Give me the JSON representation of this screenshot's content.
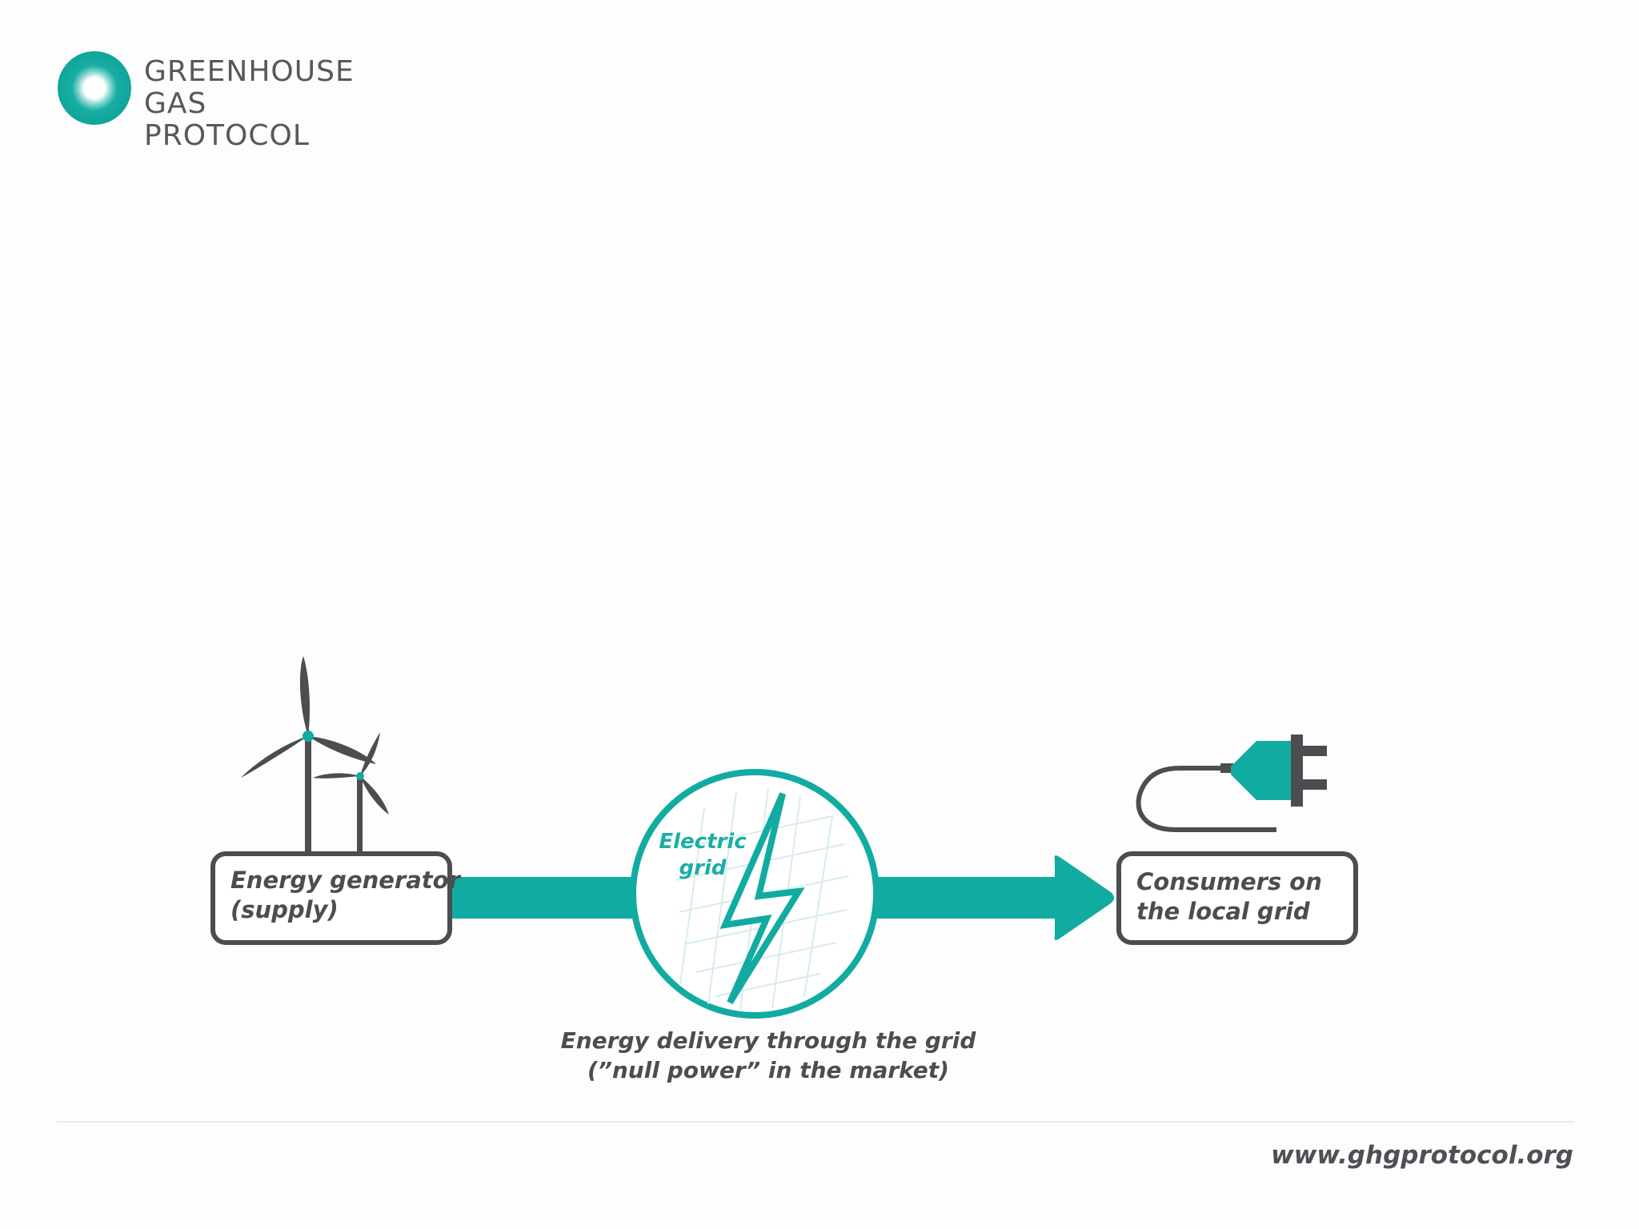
{
  "header": {
    "logo_line1": "GREENHOUSE",
    "logo_line2": "GAS PROTOCOL",
    "logo_icon": "ghg-protocol-ring-logo"
  },
  "diagram": {
    "generator": {
      "label_line1": "Energy generator",
      "label_line2": "(supply)",
      "icon": "wind-turbines-icon"
    },
    "grid": {
      "label_line1": "Electric",
      "label_line2": "grid",
      "icon": "lightning-bolt-icon"
    },
    "consumers": {
      "label_line1": "Consumers on",
      "label_line2": "the local grid",
      "icon": "electric-plug-icon"
    },
    "caption_line1": "Energy delivery through the grid",
    "caption_line2": "(”null power” in the market)"
  },
  "footer": {
    "url": "www.ghgprotocol.org"
  },
  "colors": {
    "teal": "#12aba1",
    "dark_gray": "#4b4d50",
    "background": "#fdfdfe"
  }
}
